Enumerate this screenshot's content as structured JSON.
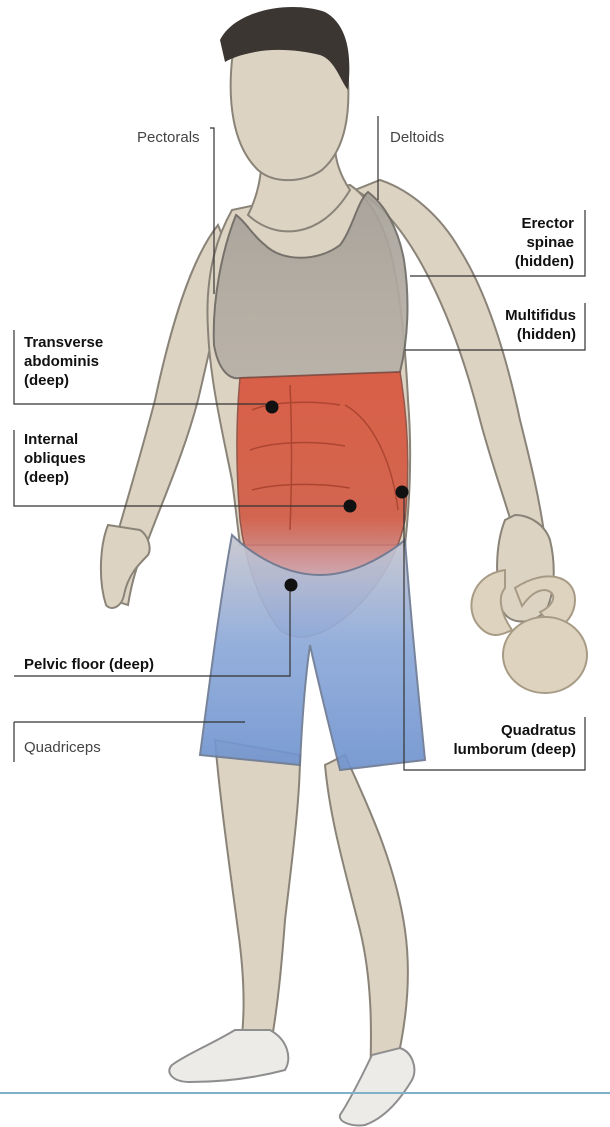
{
  "labels": {
    "pectorals": "Pectorals",
    "deltoids": "Deltoids",
    "erector_spinae": [
      "Erector",
      "spinae",
      "(hidden)"
    ],
    "multifidus": [
      "Multifidus",
      "(hidden)"
    ],
    "transverse_abdominis": [
      "Transverse",
      "abdominis",
      "(deep)"
    ],
    "internal_obliques": [
      "Internal",
      "obliques",
      "(deep)"
    ],
    "pelvic_floor": "Pelvic floor (deep)",
    "quadriceps": "Quadriceps",
    "quadratus_lumborum": [
      "Quadratus",
      "lumborum (deep)"
    ]
  },
  "colors": {
    "core_muscles": "#d9533a",
    "lower_region": "#6f93cf",
    "skin": "#dcd3c3",
    "outline": "#8a8378",
    "hair": "#3b3631",
    "leader_line": "#333333",
    "ground_line": "#7fb1c8"
  }
}
